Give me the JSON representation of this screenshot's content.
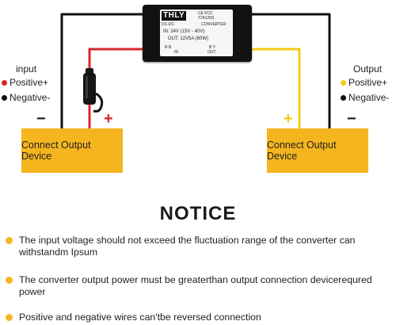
{
  "colors": {
    "device_fill": "#f5b51e",
    "positive_wire": "#d8262d",
    "negative_wire": "#111111",
    "output_positive_wire": "#f4cc15",
    "bullet": "#f3b623",
    "sign_positive": "#d8262d"
  },
  "converter": {
    "brand": "THLY",
    "cert": "CE FCC",
    "model": "T24120S",
    "type_left": "DC-DC",
    "type_right": "CONVERTER",
    "input_spec": "IN: 24V   (15V - 40V)",
    "output_spec": "OUT: 12V5A (60W)",
    "wire_codes_in": "R B",
    "wire_codes_out": "B Y",
    "port_in": "IN",
    "port_out": "OUT"
  },
  "input_legend": {
    "title": "input",
    "positive": "Positive+",
    "negative": "Negative-"
  },
  "output_legend": {
    "title": "Output",
    "positive": "Positive+",
    "negative": "Negative-"
  },
  "devices": {
    "left_label": "Connect Output Device",
    "right_label": "Connect Output Device",
    "left_minus": "−",
    "left_plus": "+",
    "right_plus": "+",
    "right_minus": "−"
  },
  "notice": {
    "title": "NOTICE",
    "items": [
      "The input voltage should not exceed the fluctuation range of the converter can withstandm Ipsum",
      "The converter output power must be greaterthan output connection devicerequred power",
      "Positive and negative wires can'tbe reversed connection"
    ]
  }
}
